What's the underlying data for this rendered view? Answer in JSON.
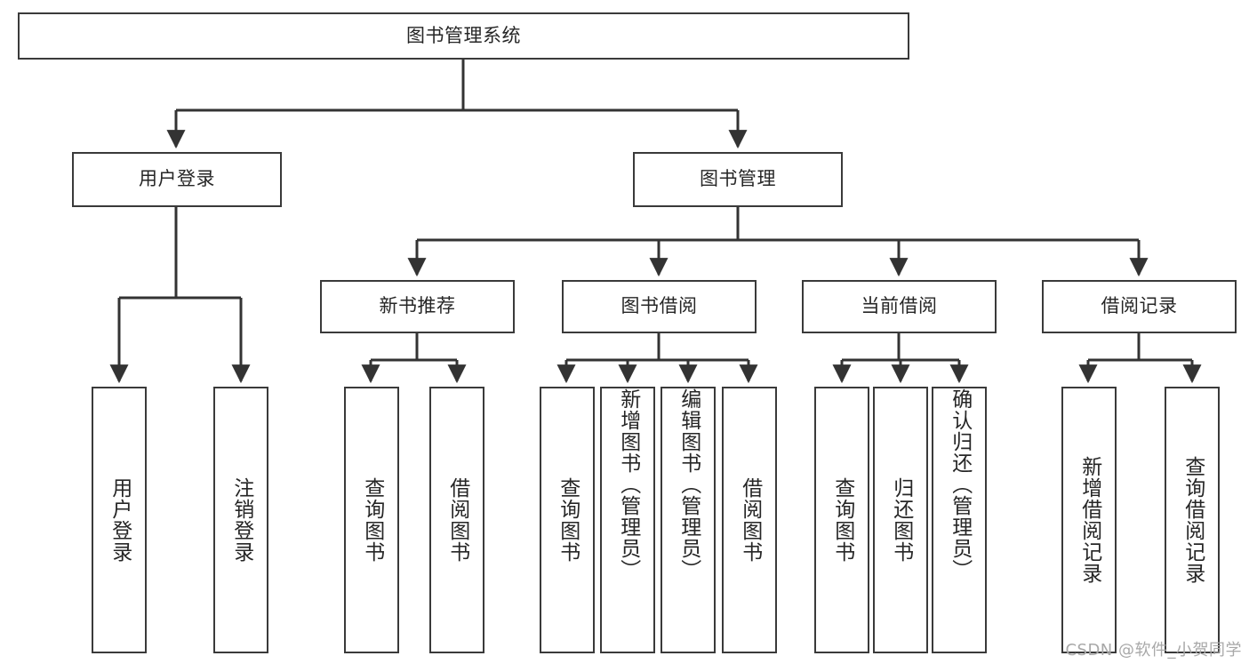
{
  "diagram": {
    "title": "图书管理系统",
    "style": {
      "box_border": "#3a3a3a",
      "line": "#333333",
      "text": "#262626",
      "background": "#ffffff"
    },
    "root": {
      "label": "图书管理系统"
    },
    "level1": [
      {
        "label": "用户登录"
      },
      {
        "label": "图书管理"
      }
    ],
    "level2": [
      {
        "label": "新书推荐"
      },
      {
        "label": "图书借阅"
      },
      {
        "label": "当前借阅"
      },
      {
        "label": "借阅记录"
      }
    ],
    "leaves": {
      "user_login": [
        {
          "label": "用户登录"
        },
        {
          "label": "注销登录"
        }
      ],
      "new_book": [
        {
          "label": "查询图书"
        },
        {
          "label": "借阅图书"
        }
      ],
      "book_borrow": [
        {
          "label": "查询图书"
        },
        {
          "label": "新增图书（管理员）"
        },
        {
          "label": "编辑图书（管理员）"
        },
        {
          "label": "借阅图书"
        }
      ],
      "current_borrow": [
        {
          "label": "查询图书"
        },
        {
          "label": "归还图书"
        },
        {
          "label": "确认归还（管理员）"
        }
      ],
      "borrow_record": [
        {
          "label": "新增借阅记录"
        },
        {
          "label": "查询借阅记录"
        }
      ]
    }
  },
  "watermark": {
    "text": "CSDN @软件_小贺同学"
  }
}
